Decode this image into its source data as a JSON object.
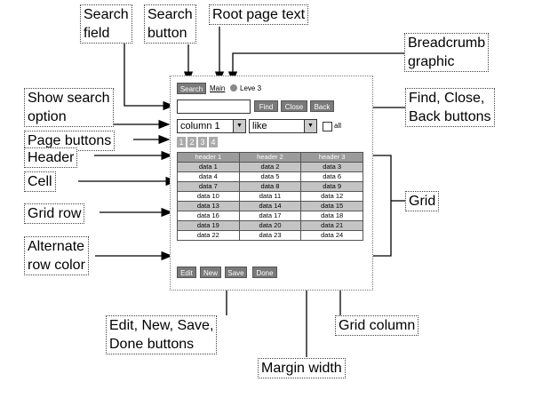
{
  "callouts": {
    "search_field": "Search\nfield",
    "search_button": "Search\nbutton",
    "root_page_text": "Root page text",
    "breadcrumb_graphic": "Breadcrumb\ngraphic",
    "show_search_option": "Show search\noption",
    "find_close_back": "Find, Close,\nBack buttons",
    "page_buttons": "Page buttons",
    "header": "Header",
    "cell": "Cell",
    "grid": "Grid",
    "grid_row": "Grid row",
    "alternate_row_color": "Alternate\nrow color",
    "edit_new_save_done": "Edit, New, Save,\nDone buttons",
    "grid_column": "Grid column",
    "margin_width": "Margin width"
  },
  "widget": {
    "search_button": "Search",
    "root_text": "Main",
    "breadcrumb_text": "Leve 3",
    "find": "Find",
    "close": "Close",
    "back": "Back",
    "column_select": "column 1",
    "operator_select": "like",
    "all_label": "all",
    "pages": [
      "1",
      "2",
      "3",
      "4"
    ],
    "headers": [
      "header 1",
      "header 2",
      "header 3"
    ],
    "rows": [
      [
        "data 1",
        "data 2",
        "data 3"
      ],
      [
        "data 4",
        "data 5",
        "data 6"
      ],
      [
        "data 7",
        "data 8",
        "data 9"
      ],
      [
        "data 10",
        "data 11",
        "data 12"
      ],
      [
        "data 13",
        "data 14",
        "data 15"
      ],
      [
        "data 16",
        "data 17",
        "data 18"
      ],
      [
        "data 19",
        "data 20",
        "data 21"
      ],
      [
        "data 22",
        "data 23",
        "data 24"
      ]
    ],
    "edit": "Edit",
    "new": "New",
    "save": "Save",
    "done": "Done"
  }
}
